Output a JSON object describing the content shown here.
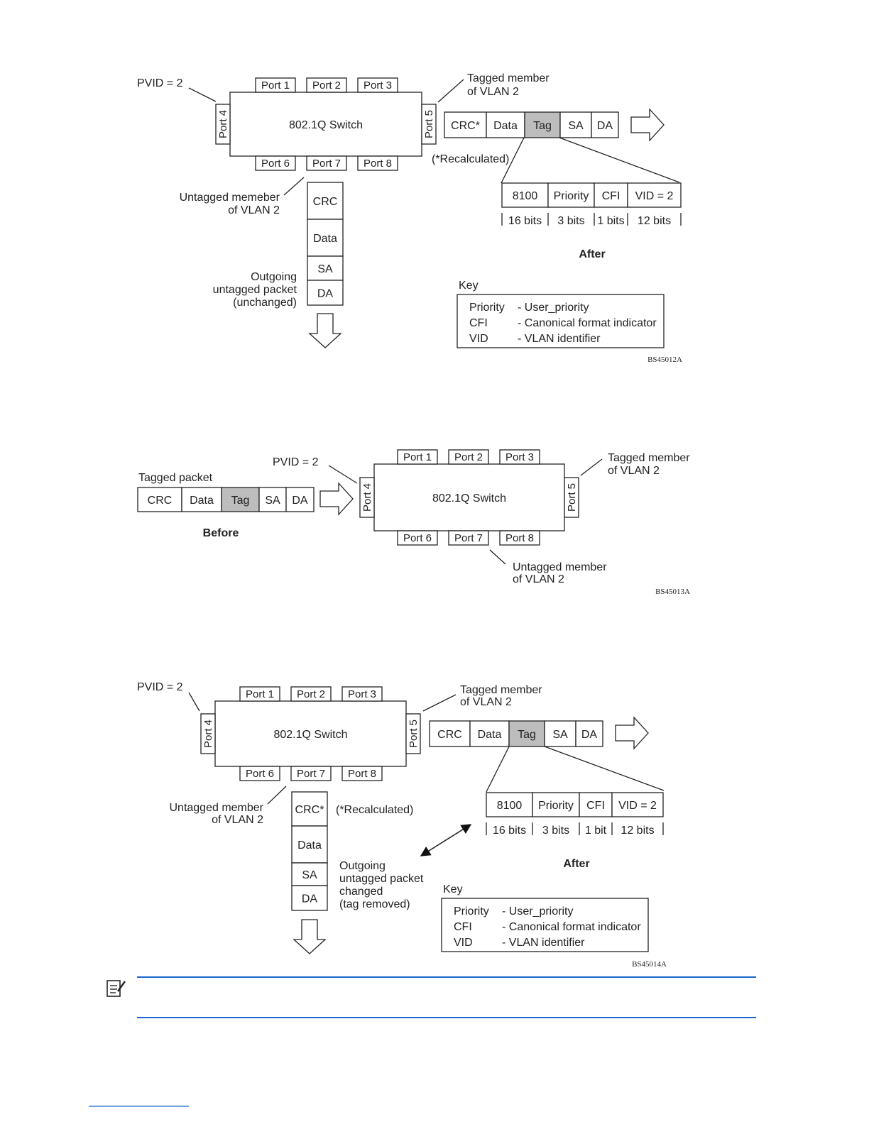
{
  "fig1": {
    "pvid": "PVID = 2",
    "switch_label": "802.1Q Switch",
    "ports": {
      "p1": "Port 1",
      "p2": "Port 2",
      "p3": "Port 3",
      "p4": "Port 4",
      "p5": "Port 5",
      "p6": "Port 6",
      "p7": "Port 7",
      "p8": "Port 8"
    },
    "tagged_member": [
      "Tagged member",
      "of VLAN 2"
    ],
    "untagged_member": [
      "Untagged memeber",
      "of VLAN 2"
    ],
    "recalc": "(*Recalculated)",
    "out_packet": [
      "CRC*",
      "Data",
      "Tag",
      "SA",
      "DA"
    ],
    "tag_fields": [
      "8100",
      "Priority",
      "CFI",
      "VID = 2"
    ],
    "tag_bits": [
      "16 bits",
      "3 bits",
      "1 bits",
      "12 bits"
    ],
    "after": "After",
    "down_packet": [
      "CRC",
      "Data",
      "SA",
      "DA"
    ],
    "outgoing": [
      "Outgoing",
      "untagged packet",
      "(unchanged)"
    ],
    "key_title": "Key",
    "key_terms": [
      "Priority",
      "CFI",
      "VID"
    ],
    "key_defs": [
      "- User_priority",
      "- Canonical format indicator",
      "- VLAN identifier"
    ],
    "figure_id": "BS45012A"
  },
  "fig2": {
    "pvid": "PVID = 2",
    "tagged_packet": "Tagged packet",
    "packet": [
      "CRC",
      "Data",
      "Tag",
      "SA",
      "DA"
    ],
    "before": "Before",
    "switch_label": "802.1Q Switch",
    "ports": {
      "p1": "Port 1",
      "p2": "Port 2",
      "p3": "Port 3",
      "p4": "Port 4",
      "p5": "Port 5",
      "p6": "Port 6",
      "p7": "Port 7",
      "p8": "Port 8"
    },
    "tagged_member": [
      "Tagged member",
      "of VLAN 2"
    ],
    "untagged_member": [
      "Untagged member",
      "of VLAN 2"
    ],
    "figure_id": "BS45013A"
  },
  "fig3": {
    "pvid": "PVID = 2",
    "switch_label": "802.1Q Switch",
    "ports": {
      "p1": "Port 1",
      "p2": "Port 2",
      "p3": "Port 3",
      "p4": "Port 4",
      "p5": "Port 5",
      "p6": "Port 6",
      "p7": "Port 7",
      "p8": "Port 8"
    },
    "tagged_member": [
      "Tagged member",
      "of VLAN 2"
    ],
    "untagged_member": [
      "Untagged member",
      "of VLAN 2"
    ],
    "out_packet": [
      "CRC",
      "Data",
      "Tag",
      "SA",
      "DA"
    ],
    "tag_fields": [
      "8100",
      "Priority",
      "CFI",
      "VID = 2"
    ],
    "tag_bits": [
      "16 bits",
      "3 bits",
      "1 bit",
      "12 bits"
    ],
    "after": "After",
    "down_packet": [
      "CRC*",
      "Data",
      "SA",
      "DA"
    ],
    "recalc": "(*Recalculated)",
    "outgoing": [
      "Outgoing",
      "untagged packet",
      "changed",
      "(tag removed)"
    ],
    "key_title": "Key",
    "key_terms": [
      "Priority",
      "CFI",
      "VID"
    ],
    "key_defs": [
      "- User_priority",
      "- Canonical format indicator",
      "- VLAN identifier"
    ],
    "figure_id": "BS45014A"
  },
  "colors": {
    "tag_fill": "#bdbdbd",
    "note_rule": "#1a66cc",
    "stroke": "#222222"
  }
}
